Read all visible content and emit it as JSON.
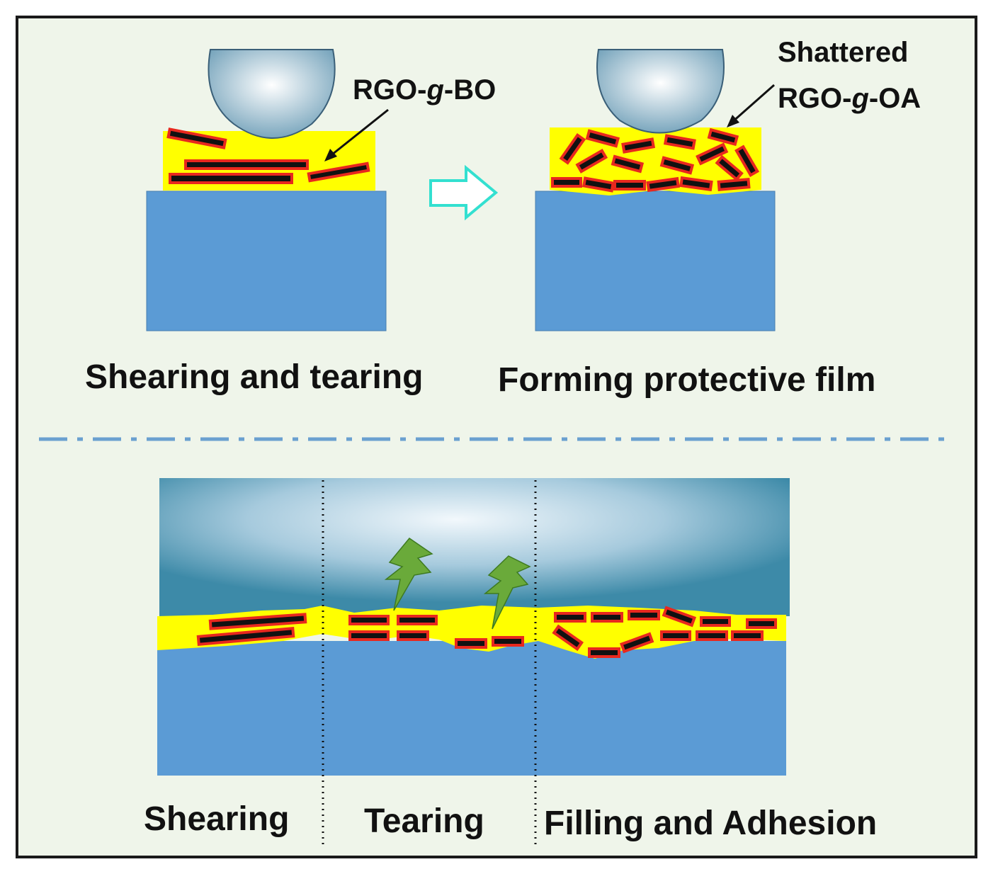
{
  "colors": {
    "background": "#eff5ea",
    "substrate": "#5b9bd5",
    "lubricant_film": "#ffff00",
    "sheet_fill": "#111111",
    "sheet_border": "#e8281e",
    "arrow_outline": "#33e0d0",
    "divider": "#6aa0d0",
    "lightning": "#6aaa3a"
  },
  "labels": {
    "rgo_bo_prefix": "RGO-",
    "rgo_bo_italic": "g",
    "rgo_bo_suffix": "-BO",
    "shattered": "Shattered",
    "rgo_oa_prefix": "RGO-",
    "rgo_oa_italic": "g",
    "rgo_oa_suffix": "-OA",
    "caption_left": "Shearing and tearing",
    "caption_right": "Forming protective film",
    "stage_shearing": "Shearing",
    "stage_tearing": "Tearing",
    "stage_filling": "Filling and Adhesion"
  }
}
